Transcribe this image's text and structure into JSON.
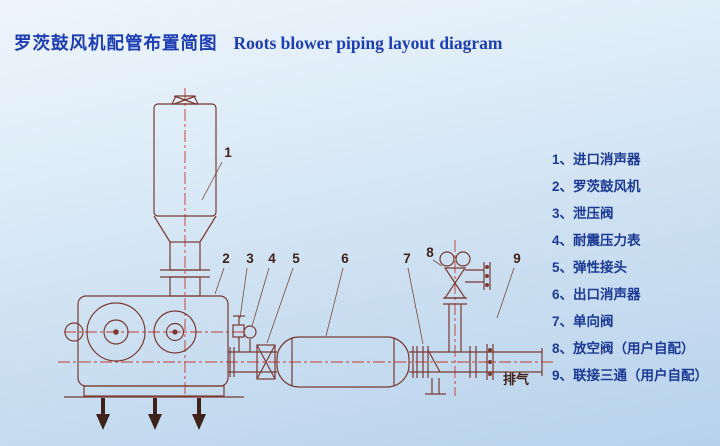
{
  "title": {
    "zh": "罗茨鼓风机配管布置简图",
    "en": "Roots blower piping layout diagram"
  },
  "legend": {
    "separator": "、",
    "items": [
      {
        "num": "1",
        "label": "进口消声器"
      },
      {
        "num": "2",
        "label": "罗茨鼓风机"
      },
      {
        "num": "3",
        "label": "泄压阀"
      },
      {
        "num": "4",
        "label": "耐震压力表"
      },
      {
        "num": "5",
        "label": "弹性接头"
      },
      {
        "num": "6",
        "label": "出口消声器"
      },
      {
        "num": "7",
        "label": "单向阀"
      },
      {
        "num": "8",
        "label": "放空阀（用户自配）"
      },
      {
        "num": "9",
        "label": "联接三通（用户自配）"
      }
    ]
  },
  "diagram": {
    "callouts": [
      "1",
      "2",
      "3",
      "4",
      "5",
      "6",
      "7",
      "8",
      "9"
    ],
    "exhaust_label": "排气",
    "colors": {
      "line": "#7a3a32",
      "centerline": "#c43a2e",
      "callout_text": "#42221a",
      "legend_text": "#1c3a94",
      "title_text": "#1d3db2",
      "background_top": "#eef5fc",
      "background_bottom": "#b7d2ec"
    }
  }
}
